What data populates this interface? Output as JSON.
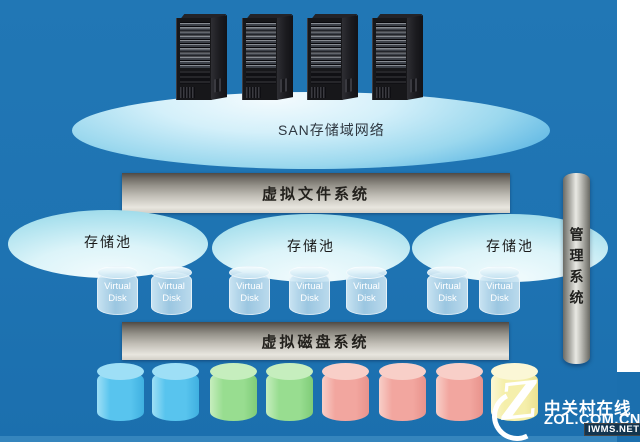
{
  "network": {
    "san_label": "SAN存储域网络"
  },
  "layers": {
    "virtual_file_system": "虚拟文件系统",
    "virtual_disk_system": "虚拟磁盘系统",
    "management_system": "管理系统"
  },
  "storage_pools": [
    {
      "label": "存储池",
      "disks": [
        "Virtual Disk",
        "Virtual Disk"
      ]
    },
    {
      "label": "存储池",
      "disks": [
        "Virtual Disk",
        "Virtual Disk",
        "Virtual Disk"
      ]
    },
    {
      "label": "存储池",
      "disks": [
        "Virtual Disk",
        "Virtual Disk"
      ]
    }
  ],
  "physical_disks": [
    {
      "color_name": "blue",
      "body": "#58c4ee",
      "top": "#9edff6",
      "shade": "#3fb0e0"
    },
    {
      "color_name": "blue",
      "body": "#58c4ee",
      "top": "#9edff6",
      "shade": "#3fb0e0"
    },
    {
      "color_name": "green",
      "body": "#98dd90",
      "top": "#c6eebe",
      "shade": "#7fcc78"
    },
    {
      "color_name": "green",
      "body": "#98dd90",
      "top": "#c6eebe",
      "shade": "#7fcc78"
    },
    {
      "color_name": "pink",
      "body": "#f2a69f",
      "top": "#f8cfc8",
      "shade": "#e8938c"
    },
    {
      "color_name": "pink",
      "body": "#f2a69f",
      "top": "#f8cfc8",
      "shade": "#e8938c"
    },
    {
      "color_name": "pink",
      "body": "#f2a69f",
      "top": "#f8cfc8",
      "shade": "#e8938c"
    },
    {
      "color_name": "yellow",
      "body": "#f5efab",
      "top": "#fbf7d6",
      "shade": "#eae291"
    }
  ],
  "icons": {
    "server": "tower-server-icon",
    "virtual_disk": "cylinder-disk-icon",
    "physical_disk": "cylinder-disk-icon",
    "logo": "zol-z-logo"
  },
  "colors": {
    "background": "#1e73b2",
    "bottom_strip": "#3585bd",
    "san_ellipse_edge": "#2d9cd0",
    "pool_ellipse_edge": "#8fd2e4",
    "metal_bar_dark": "#4e4a45",
    "metal_bar_light": "#e8e6df"
  },
  "watermark": {
    "logo_letter": "Z",
    "site_name": "中关村在线",
    "site_url": "ZOL.COM.CN",
    "badge": "IWMS.NET"
  }
}
